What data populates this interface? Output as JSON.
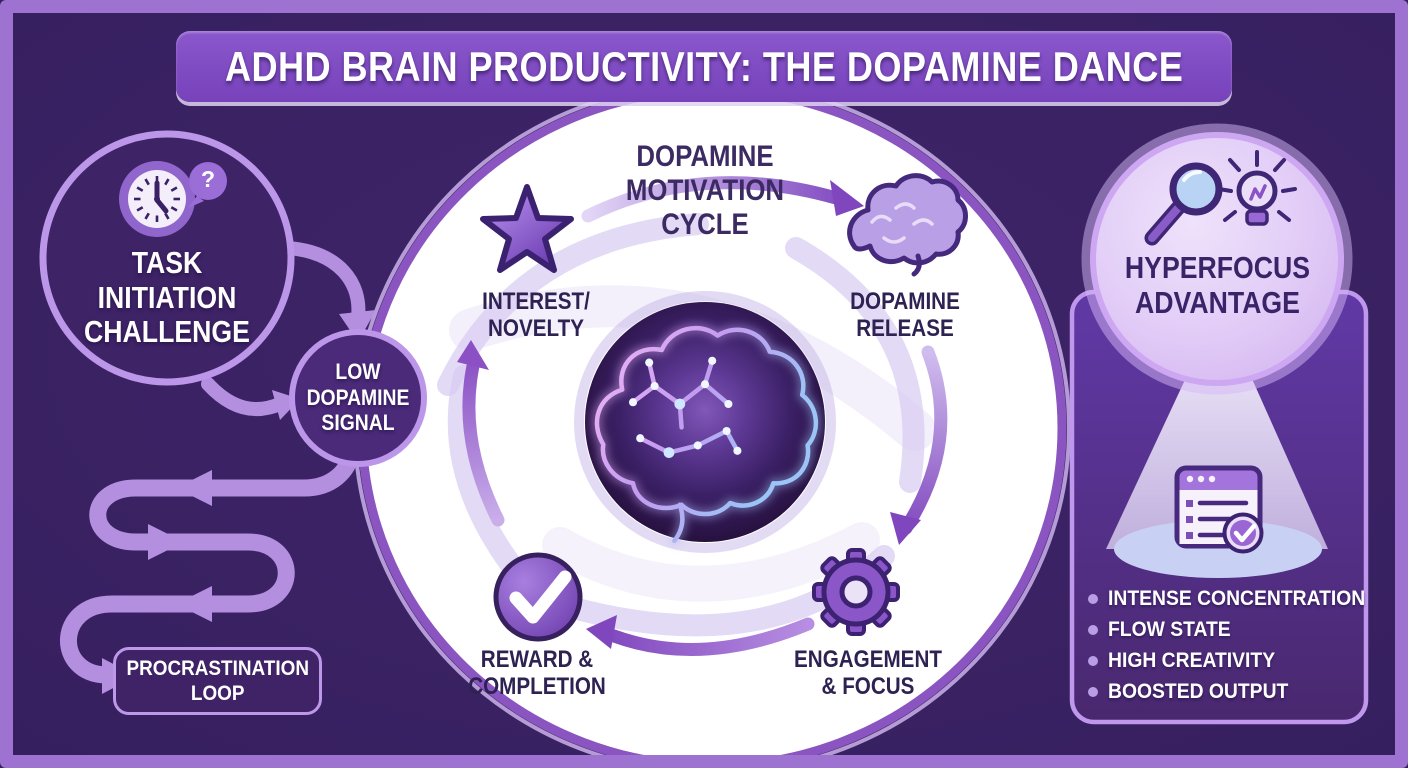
{
  "title": "ADHD BRAIN PRODUCTIVITY: THE DOPAMINE DANCE",
  "left_flow": {
    "task_circle": {
      "icon": "clock-question-icon",
      "lines": [
        "TASK",
        "INITIATION",
        "CHALLENGE"
      ]
    },
    "low_dopamine": {
      "lines": [
        "LOW",
        "DOPAMINE",
        "SIGNAL"
      ]
    },
    "procrastination": {
      "lines": [
        "PROCRASTINATION",
        "LOOP"
      ]
    }
  },
  "cycle": {
    "title_lines": [
      "DOPAMINE",
      "MOTIVATION",
      "CYCLE"
    ],
    "center_icon": "glowing-brain-icon",
    "nodes": [
      {
        "id": "interest-novelty",
        "icon": "star-icon",
        "lines": [
          "INTEREST/",
          "NOVELTY"
        ]
      },
      {
        "id": "dopamine-release",
        "icon": "brain-icon",
        "lines": [
          "DOPAMINE",
          "RELEASE"
        ]
      },
      {
        "id": "engagement-focus",
        "icon": "gear-icon",
        "lines": [
          "ENGAGEMENT",
          "& FOCUS"
        ]
      },
      {
        "id": "reward-completion",
        "icon": "check-icon",
        "lines": [
          "REWARD &",
          "COMPLETION"
        ]
      }
    ]
  },
  "hyperfocus": {
    "title_lines": [
      "HYPERFOCUS",
      "ADVANTAGE"
    ],
    "icons": [
      "magnifier-icon",
      "lightbulb-icon",
      "checklist-icon"
    ],
    "benefits": [
      "INTENSE CONCENTRATION",
      "FLOW STATE",
      "HIGH CREATIVITY",
      "BOOSTED OUTPUT"
    ]
  },
  "icons": {
    "question_mark": "?"
  },
  "colors": {
    "background": "#37205f",
    "frame": "#9d72d0",
    "banner": "#8050c4",
    "banner_text": "#ffffff",
    "light_ring": "#bc96e8",
    "flow_arrow": "#b48fe0",
    "cycle_arrow": "#8048c0",
    "cycle_ring": "#8a55c0",
    "dark_text": "#2e2252",
    "white_text": "#ffffff",
    "hyperfocus_circle": "#e2cdf7",
    "panel": "#563190",
    "beam": "#e6dcf6",
    "lens_blue": "#b9d3f5"
  }
}
